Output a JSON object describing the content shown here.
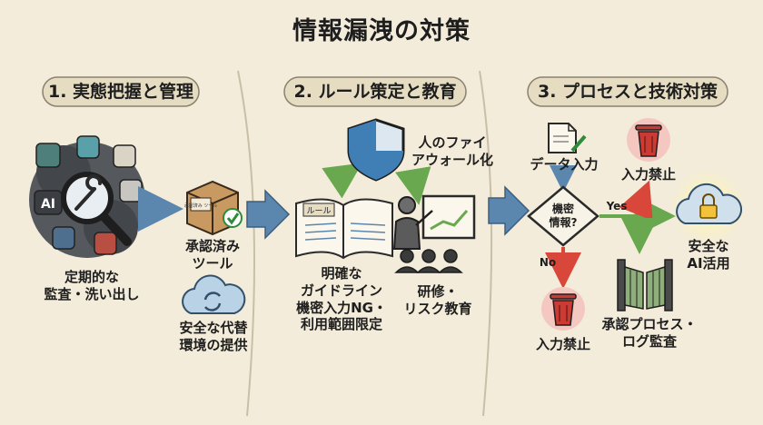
{
  "title": "情報漏洩の対策",
  "sections": [
    {
      "heading": "1. 実態把握と管理",
      "audit_label": [
        "定期的な",
        "監査・洗い出し"
      ],
      "approved_tools_label": [
        "承認済み",
        "ツール"
      ],
      "box_tag": "承認済み ツール",
      "alt_label": [
        "安全な代替",
        "環境の提供"
      ]
    },
    {
      "heading": "2. ルール策定と教育",
      "book_tag": "ルール",
      "guideline_label": [
        "明確な",
        "ガイドライン",
        "機密入力NG・",
        "利用範囲限定"
      ],
      "firewall_label": [
        "人のファイ",
        "アウォール化"
      ],
      "training_label": [
        "研修・",
        "リスク教育"
      ]
    },
    {
      "heading": "3. プロセスと技術対策",
      "data_input_label": "データ入力",
      "decision_label": [
        "機密",
        "情報?"
      ],
      "yes_label": "Yes",
      "no_label": "No",
      "forbidden_top_label": "入力禁止",
      "forbidden_bottom_label": "入力禁止",
      "safe_ai_label": [
        "安全な",
        "AI活用"
      ],
      "approval_label": [
        "承認プロセス・",
        "ログ監査"
      ]
    }
  ],
  "icons": {
    "hub": "magnifier-wrench-icon",
    "ai_badge": "AI",
    "box": "package-box-icon",
    "cloud_sync": "cloud-sync-icon",
    "book": "rule-book-icon",
    "shield": "shield-icon",
    "teacher": "presenter-icon",
    "doc": "document-pen-icon",
    "trash": "trash-bin-icon",
    "lock_cloud": "cloud-lock-icon",
    "gate": "gate-icon"
  },
  "colors": {
    "background": "#f3ecda",
    "flow_arrow": "#5b86ad",
    "green_arrow": "#6aa84f",
    "red_arrow": "#d9463a",
    "trash_red": "#cc3b33",
    "shield_blue": "#3f7fb5"
  }
}
